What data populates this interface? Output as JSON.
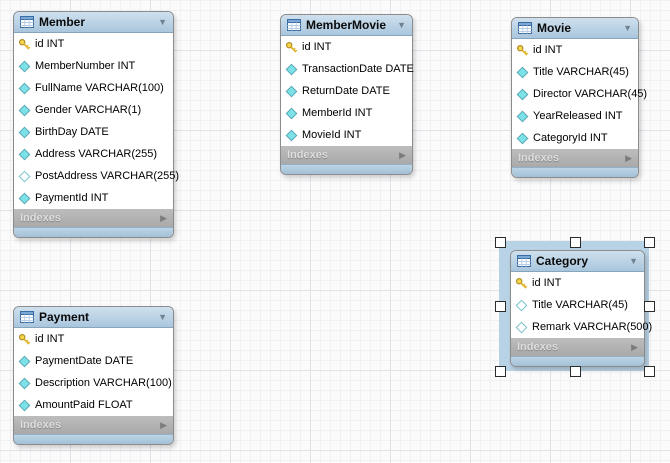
{
  "diagram": {
    "icons": {
      "collapse": "▼",
      "expand": "▶"
    },
    "colors": {
      "table_header": "#b5cfe2",
      "table_footer": "#a9c6db",
      "indexes_bar": "#b3b3b3",
      "selection": "#b9d3e6",
      "key_icon": "#f2c83d",
      "attribute_icon": "#7de1e8"
    },
    "tables": [
      {
        "name": "Member",
        "indexes_label": "Indexes",
        "columns": [
          {
            "icon": "key",
            "text": "id INT"
          },
          {
            "icon": "diamond-filled",
            "text": "MemberNumber INT"
          },
          {
            "icon": "diamond-filled",
            "text": "FullName VARCHAR(100)"
          },
          {
            "icon": "diamond-filled",
            "text": "Gender VARCHAR(1)"
          },
          {
            "icon": "diamond-filled",
            "text": "BirthDay DATE"
          },
          {
            "icon": "diamond-filled",
            "text": "Address VARCHAR(255)"
          },
          {
            "icon": "diamond-hollow",
            "text": "PostAddress VARCHAR(255)"
          },
          {
            "icon": "diamond-filled",
            "text": "PaymentId INT"
          }
        ]
      },
      {
        "name": "MemberMovie",
        "indexes_label": "Indexes",
        "columns": [
          {
            "icon": "key",
            "text": "id INT"
          },
          {
            "icon": "diamond-filled",
            "text": "TransactionDate DATE"
          },
          {
            "icon": "diamond-filled",
            "text": "ReturnDate DATE"
          },
          {
            "icon": "diamond-filled",
            "text": "MemberId INT"
          },
          {
            "icon": "diamond-filled",
            "text": "MovieId INT"
          }
        ]
      },
      {
        "name": "Movie",
        "indexes_label": "Indexes",
        "columns": [
          {
            "icon": "key",
            "text": "id INT"
          },
          {
            "icon": "diamond-filled",
            "text": "Title VARCHAR(45)"
          },
          {
            "icon": "diamond-filled",
            "text": "Director VARCHAR(45)"
          },
          {
            "icon": "diamond-filled",
            "text": "YearReleased INT"
          },
          {
            "icon": "diamond-filled",
            "text": "CategoryId INT"
          }
        ]
      },
      {
        "name": "Category",
        "selected": true,
        "indexes_label": "Indexes",
        "columns": [
          {
            "icon": "key",
            "text": "id INT"
          },
          {
            "icon": "diamond-hollow",
            "text": "Title VARCHAR(45)"
          },
          {
            "icon": "diamond-hollow",
            "text": "Remark VARCHAR(500)"
          }
        ]
      },
      {
        "name": "Payment",
        "indexes_label": "Indexes",
        "columns": [
          {
            "icon": "key",
            "text": "id INT"
          },
          {
            "icon": "diamond-filled",
            "text": "PaymentDate DATE"
          },
          {
            "icon": "diamond-filled",
            "text": "Description VARCHAR(100)"
          },
          {
            "icon": "diamond-filled",
            "text": "AmountPaid FLOAT"
          }
        ]
      }
    ]
  }
}
